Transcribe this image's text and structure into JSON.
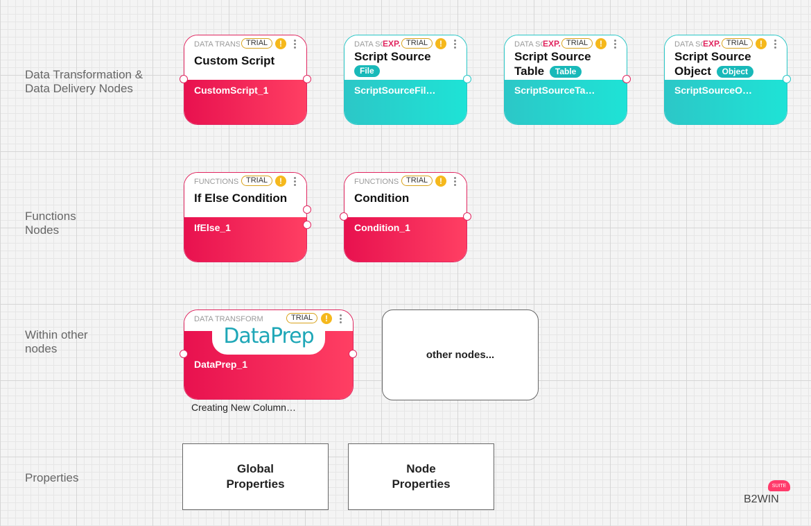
{
  "sections": {
    "data_transformation": "Data Transformation & Data Delivery Nodes",
    "functions": "Functions Nodes",
    "within_other": "Within other nodes",
    "properties": "Properties"
  },
  "nodes": {
    "custom_script": {
      "category": "DATA TRANSFORM",
      "badge": "TRIAL",
      "warn": "!",
      "title": "Custom Script",
      "instance": "CustomScript_1"
    },
    "script_source_file": {
      "category": "DATA SOURCE",
      "exp": "EXP.",
      "badge": "TRIAL",
      "warn": "!",
      "title": "Script Source",
      "tag": "File",
      "instance": "ScriptSourceFil…"
    },
    "script_source_table": {
      "category": "DATA SOURCE",
      "exp": "EXP.",
      "badge": "TRIAL",
      "warn": "!",
      "title1": "Script Source",
      "title2": "Table",
      "tag": "Table",
      "instance": "ScriptSourceTa…"
    },
    "script_source_object": {
      "category": "DATA SOURCE",
      "exp": "EXP.",
      "badge": "TRIAL",
      "warn": "!",
      "title1": "Script Source",
      "title2": "Object",
      "tag": "Object",
      "instance": "ScriptSourceO…"
    },
    "if_else": {
      "category": "FUNCTIONS",
      "badge": "TRIAL",
      "warn": "!",
      "title": "If Else Condition",
      "instance": "IfElse_1"
    },
    "condition": {
      "category": "FUNCTIONS",
      "badge": "TRIAL",
      "warn": "!",
      "title": "Condition",
      "instance": "Condition_1"
    },
    "dataprep": {
      "category": "DATA TRANSFORM",
      "badge": "TRIAL",
      "warn": "!",
      "logo": "DataPrep",
      "instance": "DataPrep_1",
      "caption": "Creating New Column…"
    }
  },
  "other_nodes": "other nodes...",
  "properties": {
    "global": "Global Properties",
    "node": "Node Properties"
  },
  "brand": {
    "logo_text": "B2WIN",
    "cloud_text": "SUITE"
  },
  "colors": {
    "red_accent": "#e8114f",
    "teal_accent": "#1ee3d6",
    "warn": "#f5b81c"
  },
  "icons": {
    "warn": "warning-icon",
    "menu": "kebab-menu-icon"
  }
}
